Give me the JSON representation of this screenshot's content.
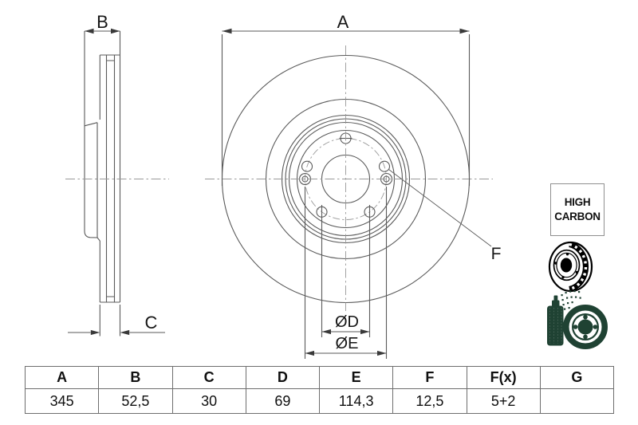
{
  "drawing": {
    "labels": {
      "a": "A",
      "b": "B",
      "c": "C",
      "f": "F",
      "od": "ØD",
      "oe": "ØE"
    }
  },
  "high_carbon_badge": {
    "line1": "HIGH",
    "line2": "CARBON"
  },
  "icons": {
    "vented_disc": "vented-brake-disc-icon",
    "coated_disc": "coated-disc-spray-icon"
  },
  "colors": {
    "drawing_line": "#5a5a5a",
    "centerline": "#999999",
    "text": "#161616",
    "table_border": "#6e6e6e",
    "icon_black": "#000000",
    "icon_green": "#1f4233"
  },
  "spec_table": {
    "headers": [
      "A",
      "B",
      "C",
      "D",
      "E",
      "F",
      "F(x)",
      "G"
    ],
    "values": [
      "345",
      "52,5",
      "30",
      "69",
      "114,3",
      "12,5",
      "5+2",
      ""
    ]
  }
}
